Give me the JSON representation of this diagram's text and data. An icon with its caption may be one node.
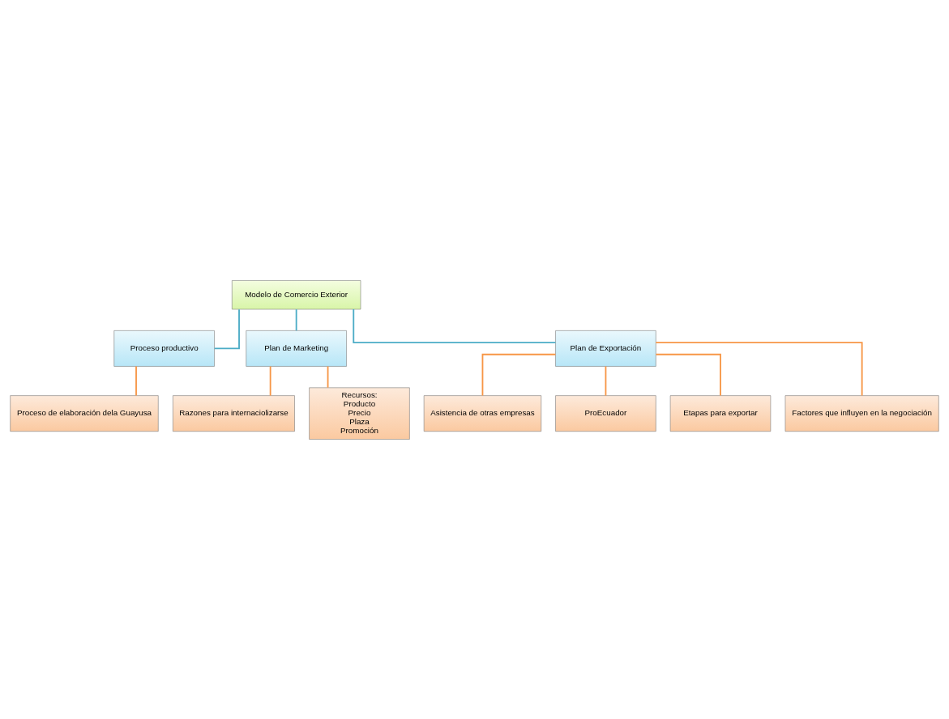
{
  "diagram": {
    "nodes": [
      {
        "text": [
          "Modelo de Comercio Exterior"
        ]
      },
      {
        "text": [
          "Proceso productivo"
        ]
      },
      {
        "text": [
          "Plan de Marketing"
        ]
      },
      {
        "text": [
          "Plan de Exportación"
        ]
      },
      {
        "text": [
          "Proceso de elaboración dela Guayusa"
        ]
      },
      {
        "text": [
          "Razones para internaciolizarse"
        ]
      },
      {
        "text": [
          "Recursos:",
          "Producto",
          "Precio",
          "Plaza",
          "Promoción"
        ]
      },
      {
        "text": [
          "Asistencia de otras empresas"
        ]
      },
      {
        "text": [
          "ProEcuador"
        ]
      },
      {
        "text": [
          "Etapas para exportar"
        ]
      },
      {
        "text": [
          "Factores que influyen en la negociación"
        ]
      }
    ],
    "edges": [
      {
        "from": 0,
        "to": 1,
        "arrow": "none",
        "color": "#4bacc6"
      },
      {
        "from": 0,
        "to": 2,
        "arrow": "none",
        "color": "#4bacc6"
      },
      {
        "from": 0,
        "to": 3,
        "arrow": "none",
        "color": "#4bacc6"
      },
      {
        "from": 1,
        "to": 4,
        "arrow": "none"
      },
      {
        "from": 2,
        "to": 5,
        "arrow": "none"
      },
      {
        "from": 2,
        "to": 6,
        "arrow": "none"
      },
      {
        "from": 3,
        "to": 7,
        "arrow": "none"
      },
      {
        "from": 3,
        "to": 8,
        "arrow": "none"
      },
      {
        "from": 3,
        "to": 9,
        "arrow": "none"
      },
      {
        "from": 3,
        "to": 10,
        "arrow": "none"
      }
    ]
  }
}
